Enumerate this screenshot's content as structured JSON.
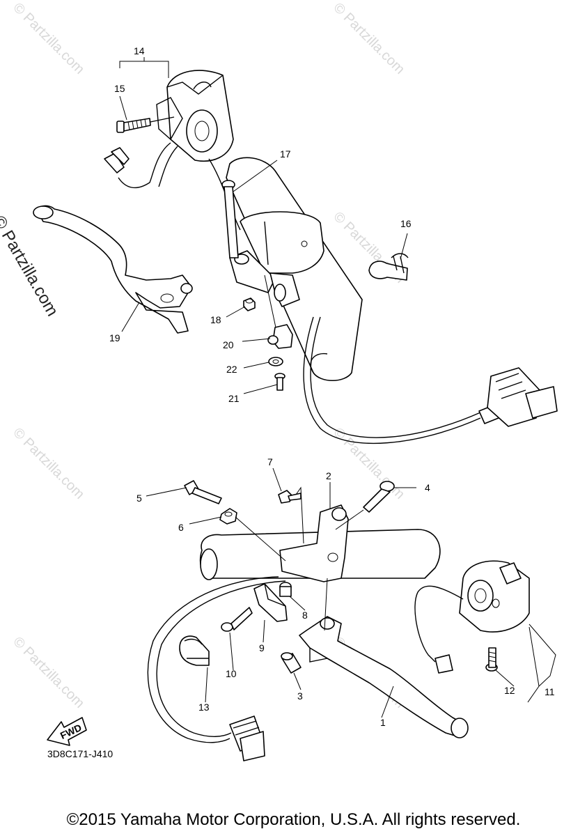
{
  "watermark": "© Partzilla.com",
  "side_watermark": "© Partzilla.com",
  "callouts": {
    "c1": "1",
    "c2": "2",
    "c3": "3",
    "c4": "4",
    "c5": "5",
    "c6": "6",
    "c7": "7",
    "c8": "8",
    "c9": "9",
    "c10": "10",
    "c11": "11",
    "c12": "12",
    "c13": "13",
    "c14": "14",
    "c15": "15",
    "c16": "16",
    "c17": "17",
    "c18": "18",
    "c19": "19",
    "c20": "20",
    "c21": "21",
    "c22": "22"
  },
  "fwd_label": "FWD",
  "figure_code": "3D8C171-J410",
  "copyright": "©2015 Yamaha Motor Corporation, U.S.A. All rights reserved."
}
